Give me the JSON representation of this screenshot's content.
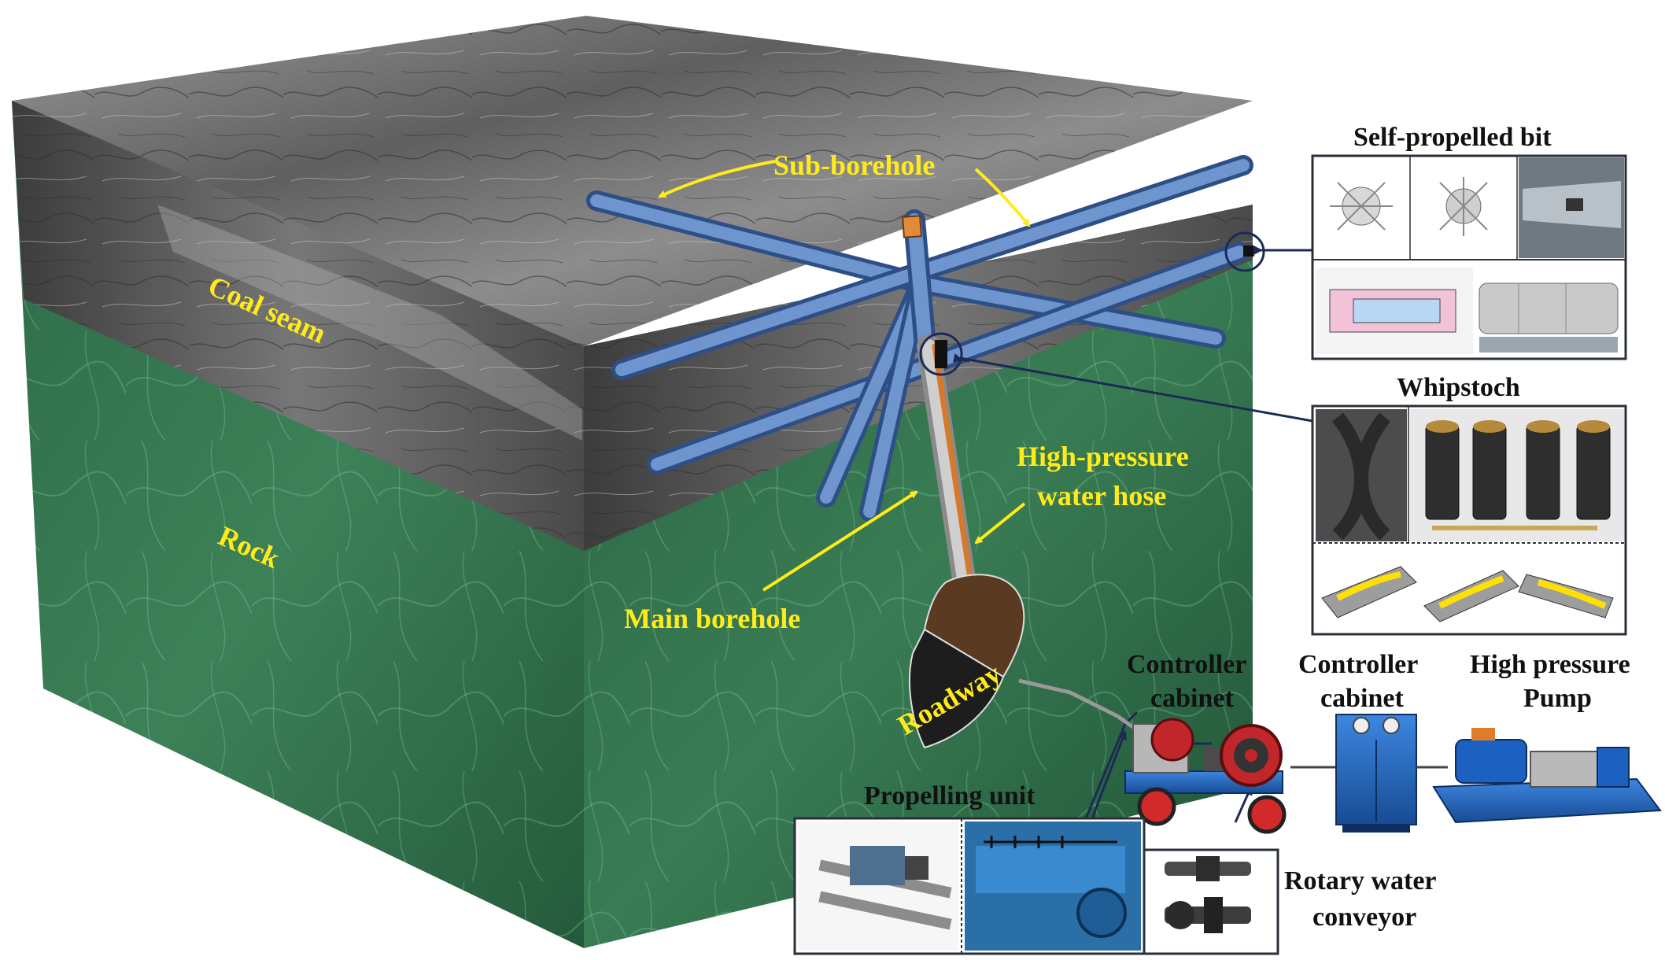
{
  "labels": {
    "sub_borehole": "Sub-borehole",
    "coal_seam": "Coal seam",
    "rock": "Rock",
    "high_pressure_water_hose_1": "High-pressure",
    "high_pressure_water_hose_2": "water hose",
    "main_borehole": "Main borehole",
    "roadway": "Roadway",
    "self_propelled_bit": "Self-propelled bit",
    "whipstoch": "Whipstoch",
    "controller_cabinet_a_1": "Controller",
    "controller_cabinet_a_2": "cabinet",
    "controller_cabinet_b_1": "Controller",
    "controller_cabinet_b_2": "cabinet",
    "high_pressure_pump_1": "High pressure",
    "high_pressure_pump_2": "Pump",
    "propelling_unit": "Propelling unit",
    "rotary_water_conveyor_1": "Rotary water",
    "rotary_water_conveyor_2": "conveyor"
  },
  "colors": {
    "label_yellow": "#ffeb1a",
    "label_black": "#111111",
    "rock_green": "#2e6b47",
    "coal_gray": "#6e6e6e",
    "pipe_blue": "#4f78b8",
    "equipment_blue": "#1f5fb4",
    "callout_navy": "#1c2a55"
  }
}
